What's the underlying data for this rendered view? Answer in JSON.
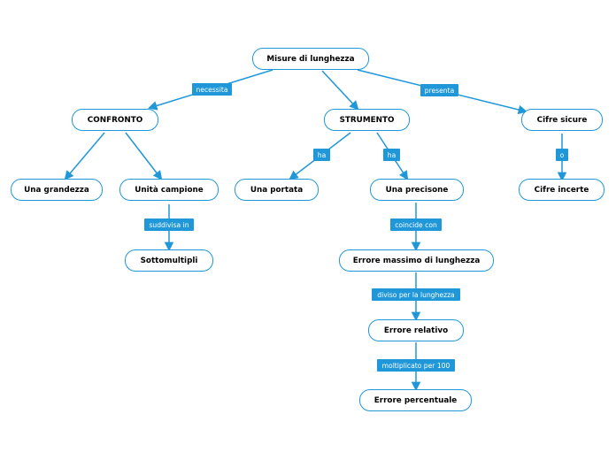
{
  "colors": {
    "accent": "#1f97d9",
    "node_bg": "#ffffff",
    "text": "#000000"
  },
  "nodes": {
    "root": "Misure di lunghezza",
    "confronto": "CONFRONTO",
    "strumento": "STRUMENTO",
    "cifre_sicure": "Cifre sicure",
    "una_grandezza": "Una grandezza",
    "unita_campione": "Unità campione",
    "una_portata": "Una portata",
    "una_precisone": "Una precisone",
    "cifre_incerte": "Cifre incerte",
    "sottomultipli": "Sottomultipli",
    "errore_massimo": "Errore massimo di lunghezza",
    "errore_relativo": "Errore relativo",
    "errore_percentuale": "Errore percentuale"
  },
  "edge_labels": {
    "necessita": "necessita",
    "presenta": "presenta",
    "ha_portata": "ha",
    "ha_precisione": "ha",
    "o": "o",
    "suddivisa_in": "suddivisa in",
    "coincide_con": "coincide con",
    "diviso_per": "diviso per la lunghezza",
    "moltiplicato_per": "moltiplicato per 100"
  }
}
